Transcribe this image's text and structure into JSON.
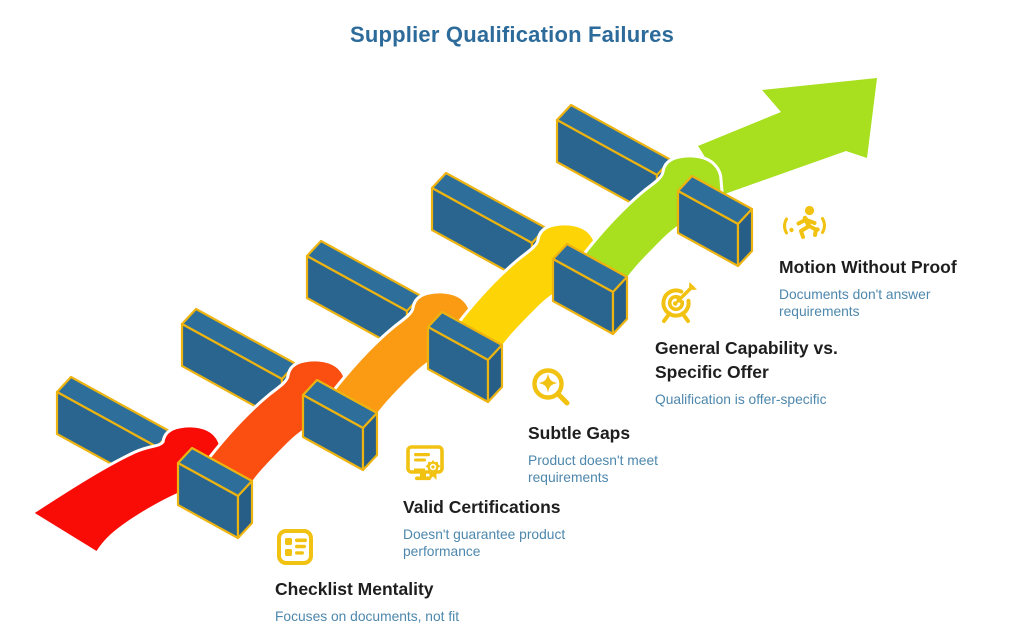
{
  "title": "Supplier Qualification Failures",
  "steps": [
    {
      "heading": "Checklist Mentality",
      "description": "Focuses on documents, not fit",
      "icon": "checklist-icon",
      "ribbon_color": "#F90B06"
    },
    {
      "heading": "Valid Certifications",
      "description": "Doesn't guarantee product performance",
      "icon": "certificate-icon",
      "ribbon_color": "#FA4F11"
    },
    {
      "heading": "Subtle Gaps",
      "description": "Product doesn't meet requirements",
      "icon": "magnifier-sparkle-icon",
      "ribbon_color": "#FB9B13"
    },
    {
      "heading": "General Capability vs. Specific Offer",
      "description": "Qualification is offer-specific",
      "icon": "target-dart-icon",
      "ribbon_color": "#FDD406"
    },
    {
      "heading": "Motion Without Proof",
      "description": "Documents don't answer requirements",
      "icon": "runner-icon",
      "ribbon_color": "#A8DF1E"
    }
  ],
  "colors": {
    "title_text": "#2D6B9B",
    "heading_text": "#1E1E1E",
    "description_text": "#4D87AD",
    "icon": "#F2C212",
    "box_top": "#2E6E9B",
    "box_front": "#2A6590",
    "box_cap": "#265E88",
    "box_edge": "#EDB411",
    "ribbon_outline": "#FFFFFF",
    "arrow": "#A8DF1E"
  }
}
